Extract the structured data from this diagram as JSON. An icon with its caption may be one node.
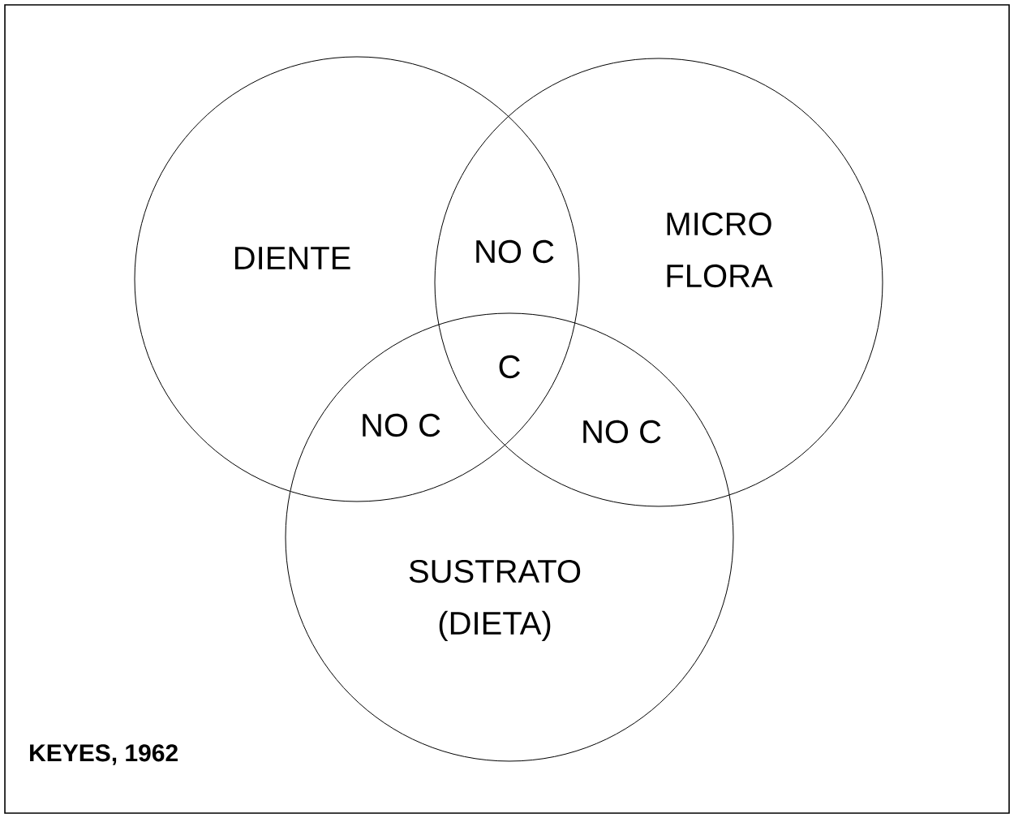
{
  "diagram": {
    "nodes": [
      {
        "text": [
          "DIENTE"
        ]
      },
      {
        "text": [
          "MICRO FLORA"
        ]
      },
      {
        "text": [
          "SUSTRATO (DIETA)"
        ]
      }
    ],
    "labels": [
      "NO C",
      "C",
      "NO C",
      "NO C",
      "KEYES, 1962"
    ]
  }
}
